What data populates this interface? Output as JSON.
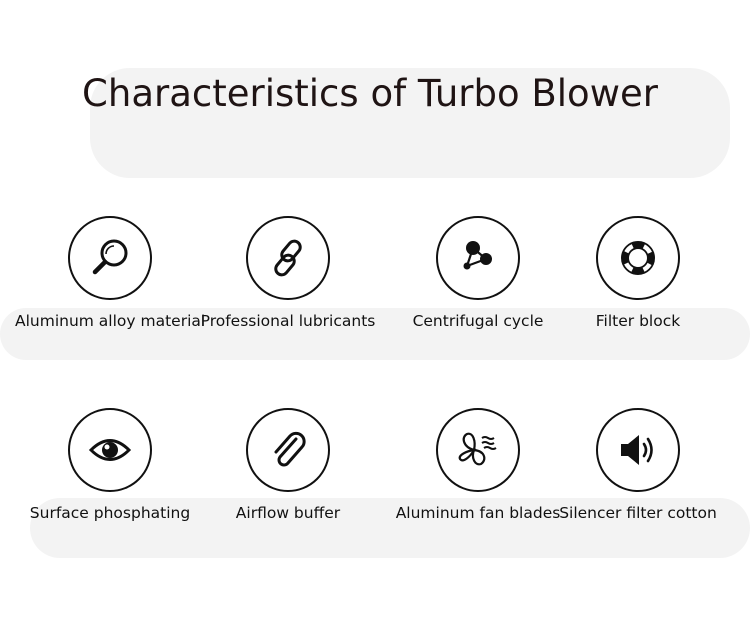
{
  "page": {
    "title": "Characteristics of Turbo Blower"
  },
  "features": [
    {
      "label": "Aluminum alloy material",
      "icon": "magnifier-icon"
    },
    {
      "label": "Professional lubricants",
      "icon": "chain-link-icon"
    },
    {
      "label": "Centrifugal cycle",
      "icon": "molecule-icon"
    },
    {
      "label": "Filter block",
      "icon": "lifebuoy-icon"
    },
    {
      "label": "Surface phosphating",
      "icon": "eye-icon"
    },
    {
      "label": "Airflow buffer",
      "icon": "paperclip-icon"
    },
    {
      "label": "Aluminum fan blades",
      "icon": "fan-blades-icon"
    },
    {
      "label": "Silencer filter cotton",
      "icon": "speaker-icon"
    }
  ],
  "colors": {
    "text": "#111111",
    "title": "#1f1414",
    "background": "#ffffff",
    "smudge": "#f3f3f3"
  }
}
